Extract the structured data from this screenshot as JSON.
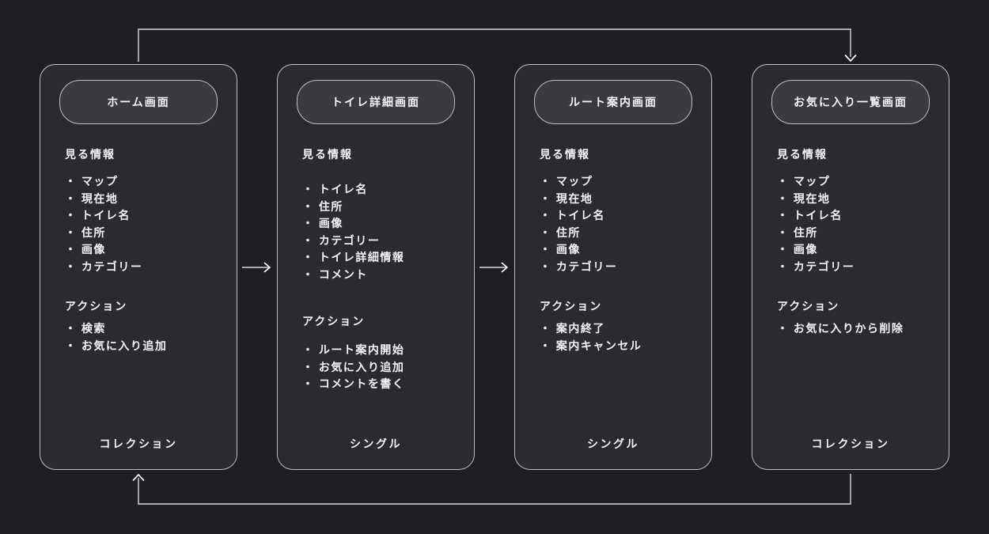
{
  "colors": {
    "background": "#1e1e23",
    "card_background": "#2a2a30",
    "pill_background": "#3a3a41",
    "border": "#bcbcc2",
    "arrow": "#d8d8dc",
    "text": "#f5f5f7"
  },
  "labels": {
    "info_heading": "見る情報",
    "action_heading": "アクション",
    "bullet": "・"
  },
  "cards": [
    {
      "title": "ホーム画面",
      "info_items": [
        "マップ",
        "現在地",
        "トイレ名",
        "住所",
        "画像",
        "カテゴリー"
      ],
      "action_items": [
        "検索",
        "お気に入り追加"
      ],
      "footer": "コレクション"
    },
    {
      "title": "トイレ詳細画面",
      "info_items": [
        "トイレ名",
        "住所",
        "画像",
        "カテゴリー",
        "トイレ詳細情報",
        "コメント"
      ],
      "action_items": [
        "ルート案内開始",
        "お気に入り追加",
        "コメントを書く"
      ],
      "footer": "シングル"
    },
    {
      "title": "ルート案内画面",
      "info_items": [
        "マップ",
        "現在地",
        "トイレ名",
        "住所",
        "画像",
        "カテゴリー"
      ],
      "action_items": [
        "案内終了",
        "案内キャンセル"
      ],
      "footer": "シングル"
    },
    {
      "title": "お気に入り一覧画面",
      "info_items": [
        "マップ",
        "現在地",
        "トイレ名",
        "住所",
        "画像",
        "カテゴリー"
      ],
      "action_items": [
        "お気に入りから削除"
      ],
      "footer": "コレクション"
    }
  ],
  "connections": [
    {
      "from": "ホーム画面",
      "to": "お気に入り一覧画面",
      "route": "top"
    },
    {
      "from": "お気に入り一覧画面",
      "to": "ホーム画面",
      "route": "bottom"
    },
    {
      "from": "ホーム画面",
      "to": "トイレ詳細画面",
      "route": "middle"
    },
    {
      "from": "トイレ詳細画面",
      "to": "ルート案内画面",
      "route": "middle"
    }
  ]
}
